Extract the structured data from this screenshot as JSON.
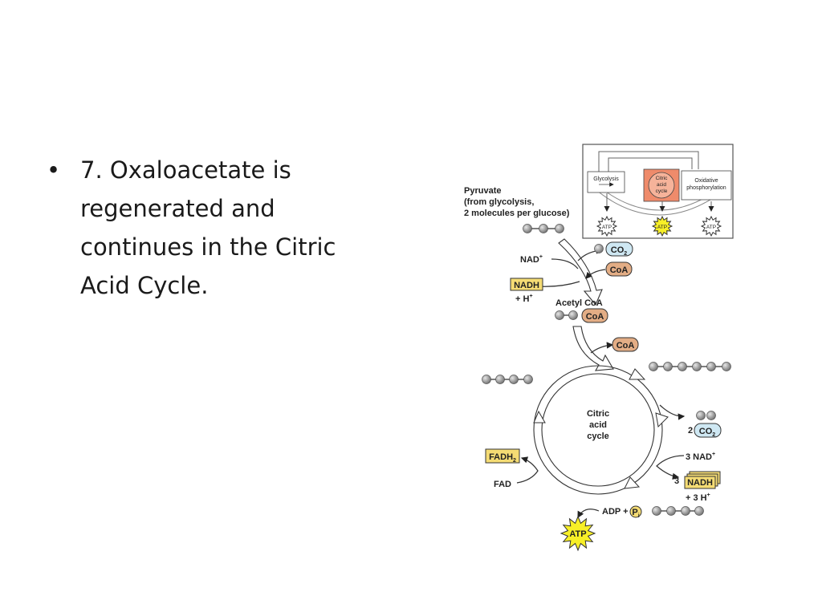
{
  "bullet": {
    "marker": "•",
    "text": "7. Oxaloacetate is regenerated and continues in the Citric Acid Cycle."
  },
  "inset": {
    "glycolysis": "Glycolysis",
    "citric_lines": [
      "Citric",
      "acid",
      "cycle"
    ],
    "oxidative_lines": [
      "Oxidative",
      "phosphorylation"
    ],
    "atp": "ATP"
  },
  "pyruvate_lines": [
    "Pyruvate",
    "(from glycolysis,",
    "2 molecules per glucose)"
  ],
  "labels": {
    "nad": "NAD",
    "nad_sup": "+",
    "nadh": "NADH",
    "h_plus": "+ H",
    "plus_sup": "+",
    "co2": "CO",
    "co2_sub": "2",
    "coa": "CoA",
    "acetyl_coa": "Acetyl CoA",
    "cycle_lines": [
      "Citric",
      "acid",
      "cycle"
    ],
    "two": "2",
    "three_nad": "3 NAD",
    "three": "3",
    "three_h": "+ 3 H",
    "fadh": "FADH",
    "fadh_sub": "2",
    "fad": "FAD",
    "adp": "ADP +",
    "pi": "P",
    "pi_sub": "i",
    "atp": "ATP"
  },
  "colors": {
    "nadh_fill": "#f5dc74",
    "co2_fill": "#cfe8f3",
    "coa_fill": "#e3ad85",
    "citric_box_fill": "#ef8b6b",
    "atp_star_fill": "#f7ef27",
    "molecule_fill": "#8c8c8c"
  }
}
